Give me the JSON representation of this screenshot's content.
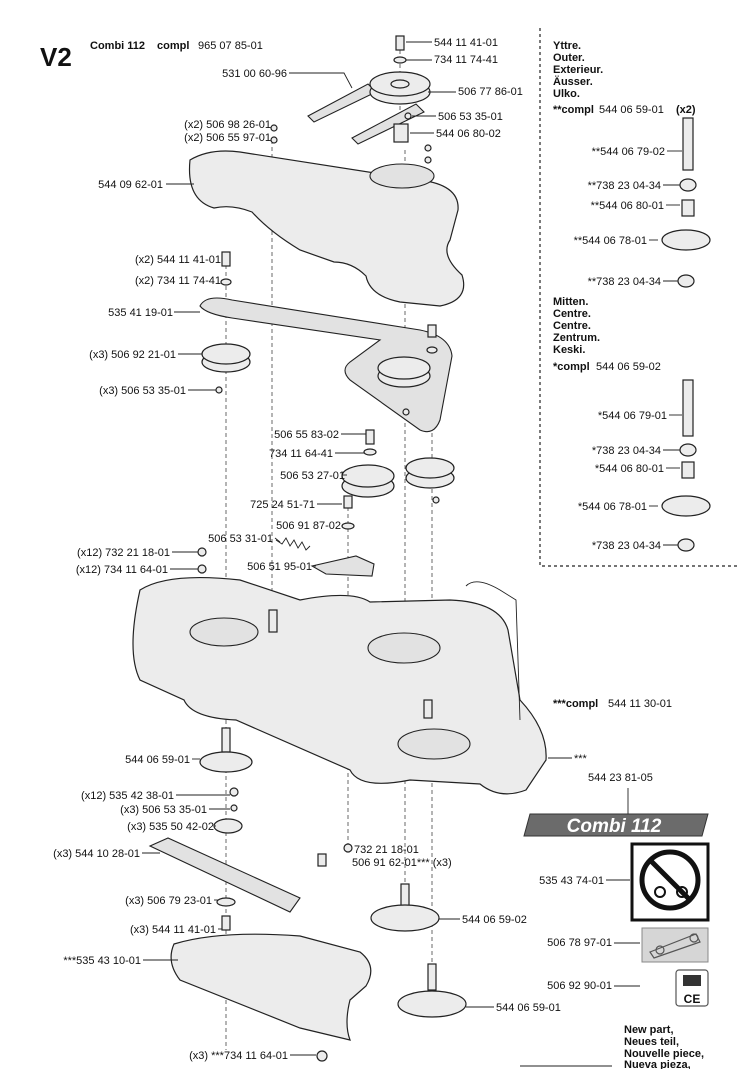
{
  "header": {
    "code": "V2",
    "model": "Combi 112",
    "compl_label": "compl",
    "compl_number": "965 07 85-01"
  },
  "outer_group": {
    "lines": [
      "Yttre.",
      "Outer.",
      "Exterieur.",
      "Äusser.",
      "Ulko."
    ],
    "compl_prefix": "**compl",
    "compl_number": "544 06 59-01",
    "compl_qty": "(x2)",
    "items": [
      "**544 06 79-02",
      "**738 23 04-34",
      "**544 06 80-01",
      "**544 06 78-01",
      "**738 23 04-34"
    ]
  },
  "center_group": {
    "lines": [
      "Mitten.",
      "Centre.",
      "Centre.",
      "Zentrum.",
      "Keski."
    ],
    "compl_prefix": "*compl",
    "compl_number": "544 06 59-02",
    "items": [
      "*544 06 79-01",
      "*738 23 04-34",
      "*544 06 80-01",
      "*544 06 78-01",
      "*738 23 04-34"
    ]
  },
  "triple_compl": {
    "prefix": "***compl",
    "number": "544 11 30-01"
  },
  "stars_marker": "***",
  "brand_plate": {
    "number": "544 23 81-05",
    "text": "Combi 112"
  },
  "decals": {
    "warning": "535 43 74-01",
    "belt": "506 78 97-01",
    "info": "506 92 90-01",
    "ce": "CE"
  },
  "footer": {
    "lines": [
      "New part,",
      "Neues teil,",
      "Nouvelle piece,",
      "Nueva pieza,"
    ]
  },
  "labels": {
    "l01": "544 11 41-01",
    "l02": "734 11 74-41",
    "l03": "531 00 60-96",
    "l04": "506 77 86-01",
    "l05": "(x2) 506 98 26-01",
    "l06": "506 53 35-01",
    "l07": "(x2) 506 55 97-01",
    "l08": "544 06 80-02",
    "l09": "544 09 62-01",
    "l10": "(x2) 544 11 41-01",
    "l11": "(x2) 734 11 74-41",
    "l12": "535 41 19-01",
    "l13": "(x3) 506 92 21-01",
    "l14": "(x3) 506 53 35-01",
    "l15": "506 55 83-02",
    "l16": "734 11 64-41",
    "l17": "506 53 27-01",
    "l18": "725 24 51-71",
    "l19": "506 53 31-01",
    "l20": "506 91 87-02",
    "l21": "(x12) 732 21 18-01",
    "l22": "(x12) 734 11 64-01",
    "l23": "506 51 95-01",
    "l24": "544 06 59-01",
    "l25": "(x12) 535 42 38-01",
    "l26": "(x3) 506 53 35-01",
    "l27": "(x3) 535 50 42-02",
    "l28": "(x3) 544 10 28-01",
    "l29": "732 21 18-01",
    "l30": "506 91 62-01*** (x3)",
    "l31": "(x3) 506 79 23-01",
    "l32": "(x3) 544 11 41-01",
    "l33": "544 06 59-02",
    "l34": "***535 43 10-01",
    "l35": "544 06 59-01",
    "l36": "(x3) ***734 11 64-01"
  }
}
